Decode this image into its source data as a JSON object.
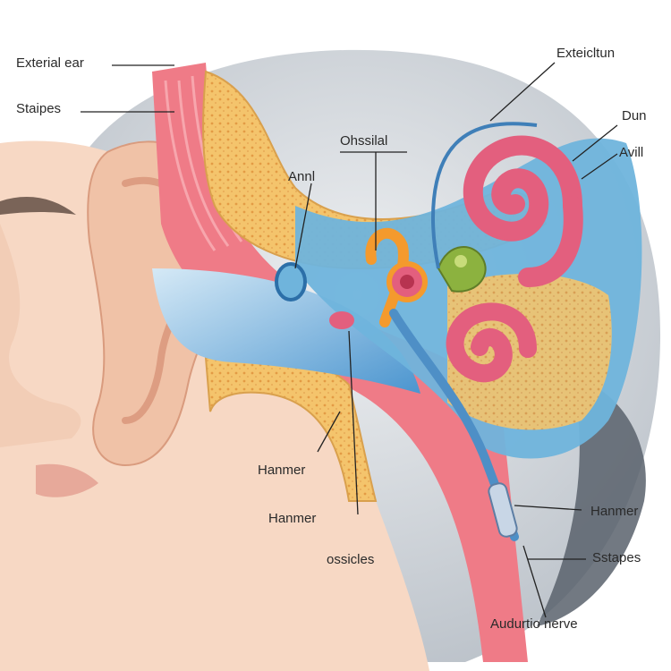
{
  "labels": {
    "external_ear": "Exterial ear",
    "stapes_left": "Staipes",
    "anvil_left": "Annl",
    "ossicles_top": "Ohssilal",
    "extension_top": "Exteicltun",
    "dun": "Dun",
    "anvil_right": "Avill",
    "hammer_1": "Hanmer",
    "hammer_2": "Hanmer",
    "ossicles_bottom": "ossicles",
    "hammer_right": "Hanmer",
    "stapes_right": "Sstapes",
    "auditory_nerve": "Audurtio nerve"
  },
  "colors": {
    "skin": "#f7d8c4",
    "skin_shadow": "#eab79c",
    "tissue_pink": "#ef7b87",
    "bone_yellow": "#f4c46c",
    "bone_dot": "#e7a34b",
    "canal_blue": "#6fb4dc",
    "deep_blue": "#3f8fd1",
    "cochlea_pink": "#e35f7e",
    "ossicle_orange": "#f49a2d",
    "ossicle_green": "#8cb23f",
    "background_grey": "#c9cdd2"
  }
}
